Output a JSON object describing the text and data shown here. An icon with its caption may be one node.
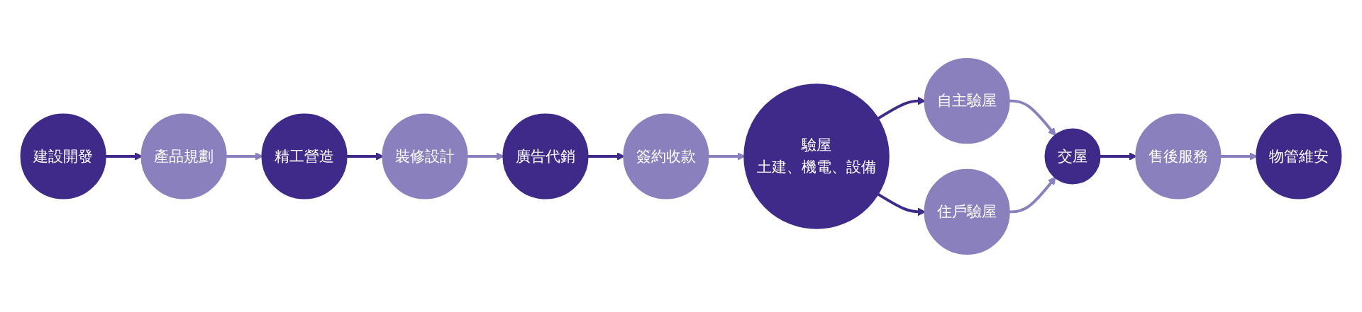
{
  "diagram": {
    "nodes": [
      {
        "text": [
          "建設開發"
        ]
      },
      {
        "text": [
          "產品規劃"
        ]
      },
      {
        "text": [
          "精工營造"
        ]
      },
      {
        "text": [
          "裝修設計"
        ]
      },
      {
        "text": [
          "廣告代銷"
        ]
      },
      {
        "text": [
          "簽約收款"
        ]
      },
      {
        "text": [
          "驗屋",
          "土建、機電、設備"
        ]
      },
      {
        "text": [
          "自主驗屋"
        ]
      },
      {
        "text": [
          "住戶驗屋"
        ]
      },
      {
        "text": [
          "交屋"
        ]
      },
      {
        "text": [
          "售後服務"
        ]
      },
      {
        "text": [
          "物管維安"
        ]
      }
    ],
    "edges": [
      {
        "from": 0,
        "to": 1,
        "arrow": "to"
      },
      {
        "from": 1,
        "to": 2,
        "arrow": "to",
        "color": "#8a80bd"
      },
      {
        "from": 2,
        "to": 3,
        "arrow": "to"
      },
      {
        "from": 3,
        "to": 4,
        "arrow": "to",
        "color": "#8a80bd"
      },
      {
        "from": 4,
        "to": 5,
        "arrow": "to"
      },
      {
        "from": 5,
        "to": 6,
        "arrow": "to",
        "color": "#8a80bd"
      },
      {
        "from": 6,
        "to": 7,
        "arrow": "to"
      },
      {
        "from": 6,
        "to": 8,
        "arrow": "to"
      },
      {
        "from": 7,
        "to": 9,
        "arrow": "to",
        "color": "#8a80bd"
      },
      {
        "from": 8,
        "to": 9,
        "arrow": "to",
        "color": "#8a80bd"
      },
      {
        "from": 9,
        "to": 10,
        "arrow": "to"
      },
      {
        "from": 10,
        "to": 11,
        "arrow": "to",
        "color": "#8a80bd"
      }
    ]
  }
}
